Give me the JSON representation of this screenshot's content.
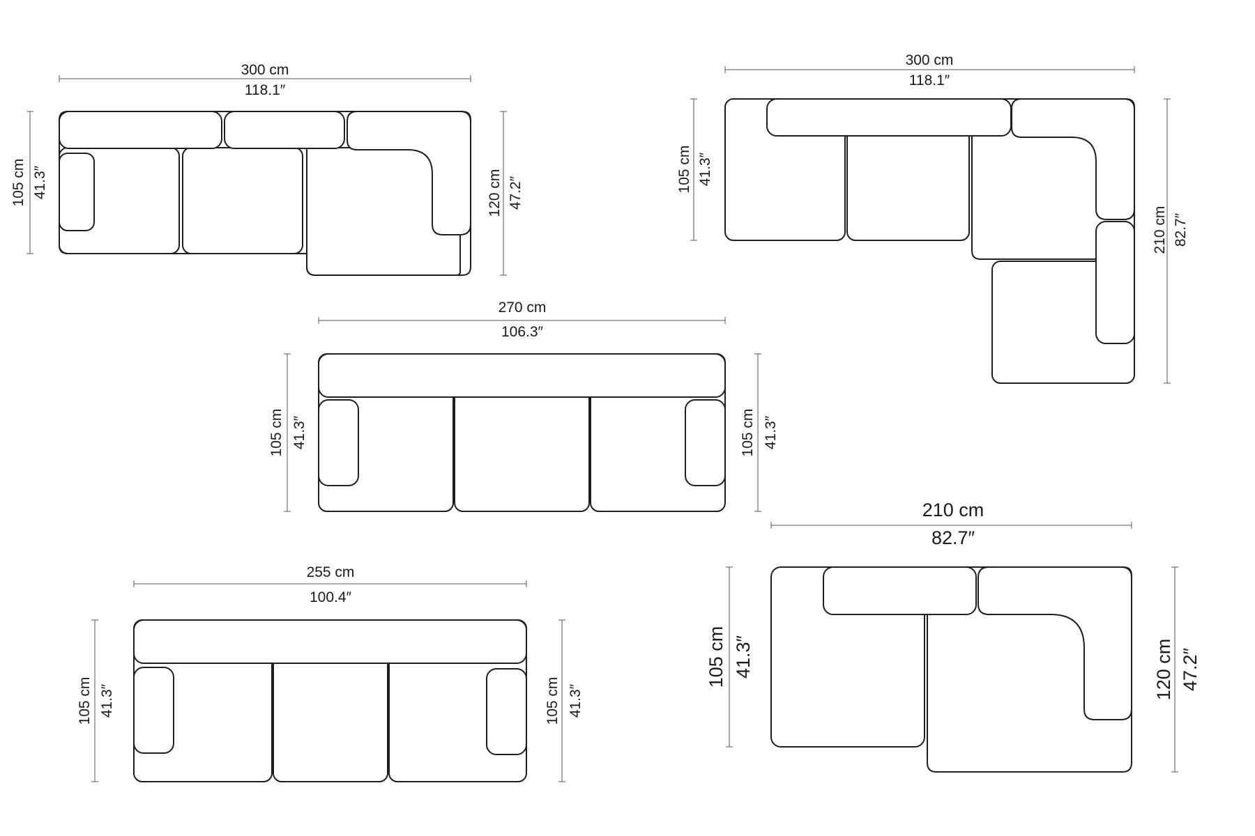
{
  "sofas": [
    {
      "id": "a",
      "width_cm": "300 cm",
      "width_in": "118.1″",
      "depth_left_cm": "105 cm",
      "depth_left_in": "41.3″",
      "depth_right_cm": "120 cm",
      "depth_right_in": "47.2″"
    },
    {
      "id": "b",
      "width_cm": "300 cm",
      "width_in": "118.1″",
      "depth_left_cm": "105 cm",
      "depth_left_in": "41.3″",
      "depth_right_cm": "210 cm",
      "depth_right_in": "82.7″"
    },
    {
      "id": "c",
      "width_cm": "270 cm",
      "width_in": "106.3″",
      "depth_left_cm": "105 cm",
      "depth_left_in": "41.3″",
      "depth_right_cm": "105 cm",
      "depth_right_in": "41.3″"
    },
    {
      "id": "d",
      "width_cm": "255 cm",
      "width_in": "100.4″",
      "depth_left_cm": "105 cm",
      "depth_left_in": "41.3″",
      "depth_right_cm": "105 cm",
      "depth_right_in": "41.3″"
    },
    {
      "id": "e",
      "width_cm": "210 cm",
      "width_in": "82.7″",
      "depth_left_cm": "105 cm",
      "depth_left_in": "41.3″",
      "depth_right_cm": "120 cm",
      "depth_right_in": "47.2″"
    }
  ]
}
